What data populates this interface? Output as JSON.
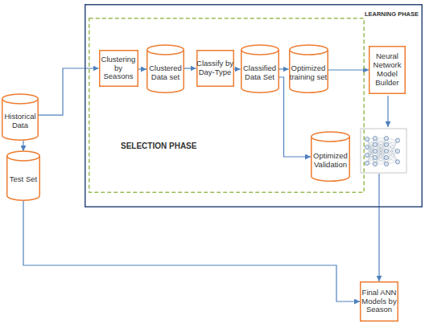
{
  "diagram": {
    "nodes": [
      {
        "text": [
          "Historical Data"
        ]
      },
      {
        "text": [
          "LEARNING PHASE"
        ]
      },
      {
        "text": [
          "SELECTION PHASE"
        ],
        "in": 1
      },
      {
        "text": [
          "Clustering by Seasons"
        ],
        "in": 2
      },
      {
        "text": [
          "Clustered Data set"
        ],
        "in": 2
      },
      {
        "text": [
          "Classify by Day-Type"
        ],
        "in": 2
      },
      {
        "text": [
          "Classified Data Set"
        ],
        "in": 2
      },
      {
        "text": [
          "Optimized training set"
        ],
        "in": 2
      },
      {
        "text": [
          "Optimized Validation"
        ],
        "in": 2
      },
      {
        "text": [
          "Neural Network Model Builder"
        ],
        "in": 1
      },
      {
        "text": [
          "Test Set"
        ]
      },
      {
        "text": [
          "Final ANN Models by Season"
        ]
      }
    ],
    "edges": [
      {
        "from": 0,
        "to": 3,
        "arrow": "to"
      },
      {
        "from": 3,
        "to": 4,
        "arrow": "to"
      },
      {
        "from": 4,
        "to": 5,
        "arrow": "to"
      },
      {
        "from": 5,
        "to": 6,
        "arrow": "to"
      },
      {
        "from": 6,
        "to": 7,
        "arrow": "to"
      },
      {
        "from": 6,
        "to": 8,
        "arrow": "to"
      },
      {
        "from": 7,
        "to": 9,
        "arrow": "to"
      },
      {
        "from": 0,
        "to": 10,
        "arrow": "to"
      },
      {
        "from": 10,
        "to": 11,
        "arrow": "to"
      }
    ]
  }
}
